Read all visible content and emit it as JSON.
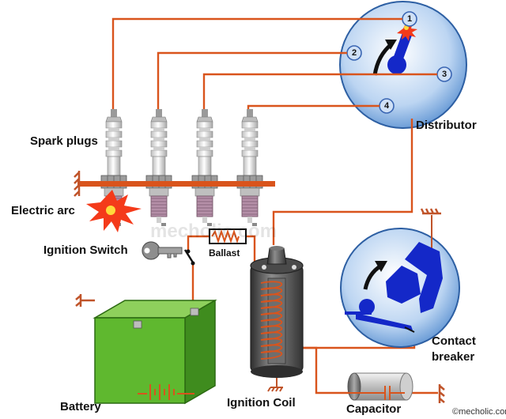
{
  "labels": {
    "spark_plugs": "Spark plugs",
    "electric_arc": "Electric arc",
    "ignition_switch": "Ignition Switch",
    "ballast": "Ballast",
    "battery": "Battery",
    "ignition_coil": "Ignition Coil",
    "capacitor": "Capacitor",
    "distributor": "Distributor",
    "contact_breaker_line1": "Contact",
    "contact_breaker_line2": "breaker"
  },
  "distributor_terminals": [
    "1",
    "2",
    "3",
    "4"
  ],
  "watermark": "mecholic.com",
  "copyright": "©mecholic.com",
  "colors": {
    "wire": "#d9541c",
    "distributor_disc": "#bcd5f2",
    "rotor": "#1428c8",
    "battery_green": "#5fb82f",
    "coil_body": "#5a5a5a",
    "ground": "#c0542a"
  },
  "icons": [
    "key-icon",
    "spark-burst-icon",
    "ground-symbol-icon"
  ]
}
